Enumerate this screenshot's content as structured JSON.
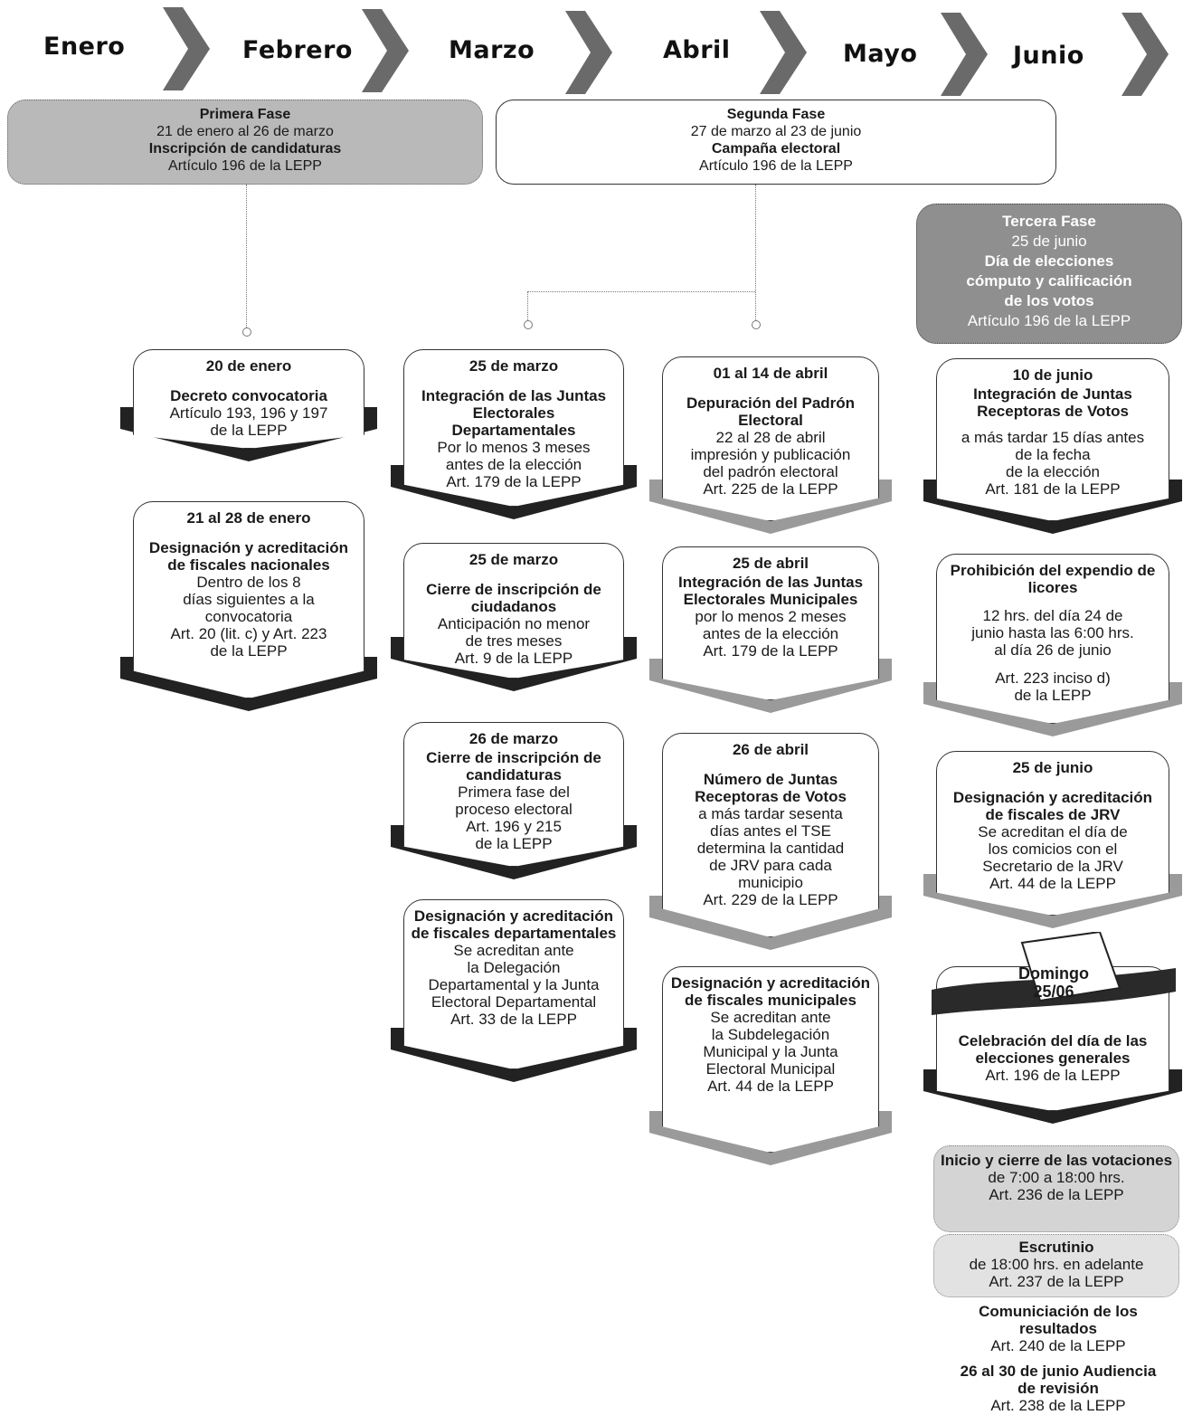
{
  "months": [
    "Enero",
    "Febrero",
    "Marzo",
    "Abril",
    "Mayo",
    "Junio"
  ],
  "phases": {
    "first": {
      "title": "Primera Fase",
      "dates": "21 de enero al 26 de marzo",
      "name": "Inscripción de candidaturas",
      "ref": "Artículo 196 de la LEPP"
    },
    "second": {
      "title": "Segunda Fase",
      "dates": "27 de marzo al 23 de junio",
      "name": "Campaña electoral",
      "ref": "Artículo 196 de la LEPP"
    },
    "third": {
      "title": "Tercera Fase",
      "dates": "25 de junio",
      "name1": "Día de elecciones",
      "name2": "cómputo y calificación",
      "name3": "de los votos",
      "ref": "Artículo 196 de la LEPP"
    }
  },
  "col_enero": [
    {
      "date": "20 de enero",
      "title": "Decreto convocatoria",
      "l1": "Artículo 193, 196 y 197",
      "l2": "de la LEPP"
    },
    {
      "date": "21 al 28 de enero",
      "title": "Designación y acreditación de fiscales nacionales",
      "l1": "Dentro de los 8",
      "l2": "días siguientes a la",
      "l3": "convocatoria",
      "l4": "Art. 20 (lit. c) y Art. 223",
      "l5": "de la LEPP"
    }
  ],
  "col_marzo": [
    {
      "date": "25 de marzo",
      "title": "Integración de las Juntas Electorales Departamentales",
      "l1": "Por lo menos 3 meses",
      "l2": "antes de la elección",
      "l3": "Art. 179 de la LEPP"
    },
    {
      "date": "25 de marzo",
      "title": "Cierre de inscripción de ciudadanos",
      "l1": "Anticipación no menor",
      "l2": "de tres meses",
      "l3": "Art. 9 de la LEPP"
    },
    {
      "date": "26 de marzo",
      "title": "Cierre de inscripción de candidaturas",
      "l1": "Primera fase del",
      "l2": "proceso electoral",
      "l3": "Art. 196 y 215",
      "l4": "de la LEPP"
    },
    {
      "title": "Designación y acreditación de fiscales departamentales",
      "l1": "Se acreditan ante",
      "l2": "la Delegación",
      "l3": "Departamental y la Junta",
      "l4": "Electoral Departamental",
      "l5": "Art. 33 de la LEPP"
    }
  ],
  "col_abril": [
    {
      "date": "01 al 14 de abril",
      "title": "Depuración del Padrón Electoral",
      "l1": "22 al 28 de abril",
      "l2": "impresión y publicación",
      "l3": "del padrón electoral",
      "l4": "Art. 225 de la LEPP"
    },
    {
      "date": "25 de abril",
      "title": "Integración de las Juntas Electorales Municipales",
      "l1": "por lo menos 2 meses",
      "l2": "antes de la elección",
      "l3": "Art. 179 de la LEPP"
    },
    {
      "date": "26 de abril",
      "title": "Número de Juntas Receptoras de Votos",
      "l1": "a más tardar sesenta",
      "l2": "días antes el TSE",
      "l3": "determina la cantidad",
      "l4": "de JRV para cada",
      "l5": "municipio",
      "l6": "Art. 229 de la LEPP"
    },
    {
      "title": "Designación y acreditación de fiscales municipales",
      "l1": "Se acreditan ante",
      "l2": "la Subdelegación",
      "l3": "Municipal y la Junta",
      "l4": "Electoral Municipal",
      "l5": "Art. 44 de la LEPP"
    }
  ],
  "col_junio": [
    {
      "date": "10 de junio",
      "title": "Integración de Juntas Receptoras de Votos",
      "l1": "a más tardar 15 días antes",
      "l2": "de la fecha",
      "l3": "de la elección",
      "l4": "Art. 181 de la LEPP"
    },
    {
      "title": "Prohibición del expendio de licores",
      "l1": "12 hrs. del día 24 de",
      "l2": "junio hasta las 6:00 hrs.",
      "l3": "al día 26 de junio",
      "l4": "Art. 223 inciso d)",
      "l5": "de la LEPP"
    },
    {
      "date": "25 de junio",
      "title": "Designación y acreditación de fiscales de JRV",
      "l1": "Se acreditan el día de",
      "l2": "los comicios con el",
      "l3": "Secretario de la JRV",
      "l4": "Art. 44 de la LEPP"
    },
    {
      "ballot": "Domingo 25/06",
      "title": "Celebración del día de las elecciones generales",
      "l1": "Art. 196 de la LEPP"
    }
  ],
  "col_junio_extra": [
    {
      "title": "Inicio y cierre de las votaciones",
      "l1": "de 7:00 a 18:00 hrs.",
      "l2": "Art. 236 de la LEPP"
    },
    {
      "title": "Escrutinio",
      "l1": "de 18:00 hrs. en adelante",
      "l2": "Art. 237 de la LEPP"
    },
    {
      "title": "Comuniciación de los resultados",
      "l1": "Art. 240 de la LEPP"
    },
    {
      "title": "26 al 30 de junio Audiencia de revisión",
      "l1": "Art. 238 de la LEPP"
    }
  ],
  "colors": {
    "dark": "#222222",
    "phase1": "#b9b9b9",
    "phase3": "#8f8f8f",
    "grey_box": "#d4d4d4"
  }
}
